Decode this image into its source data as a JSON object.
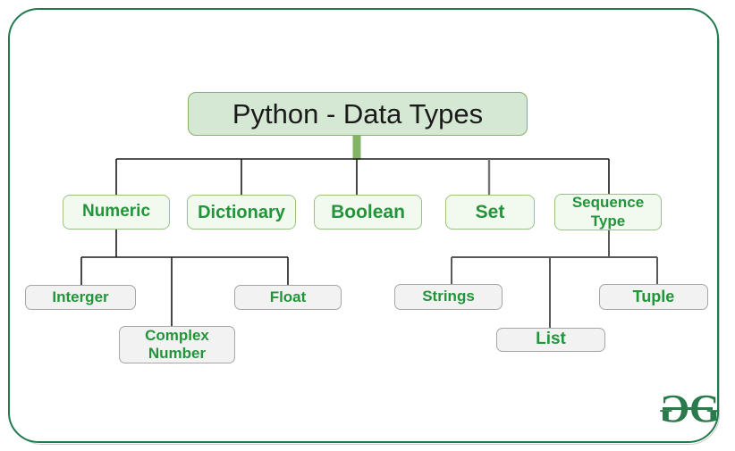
{
  "diagram": {
    "root": "Python - Data Types",
    "children": [
      {
        "label": "Numeric"
      },
      {
        "label": "Dictionary"
      },
      {
        "label": "Boolean"
      },
      {
        "label": "Set"
      },
      {
        "label": "Sequence\nType"
      }
    ],
    "numeric_children": [
      "Interger",
      "Complex\nNumber",
      "Float"
    ],
    "sequence_children": [
      "Strings",
      "List",
      "Tuple"
    ]
  },
  "logo": {
    "left_letter": "G",
    "right_letter": "G",
    "name": "GeeksforGeeks"
  },
  "colors": {
    "frame_border_green": "#1f7a4d",
    "root_fill": "#d5e8d4",
    "root_border": "#82b366",
    "level1_fill": "#f2f9ee",
    "level1_border": "#99c284",
    "leaf_fill": "#f2f2f2",
    "leaf_border": "#a6a6a6",
    "node_text_green": "#22953a",
    "connector_black": "#1a1a1a",
    "connector_gray": "#595959",
    "trunk_stub_green": "#82b366",
    "logo_green": "#2b7a4b"
  }
}
